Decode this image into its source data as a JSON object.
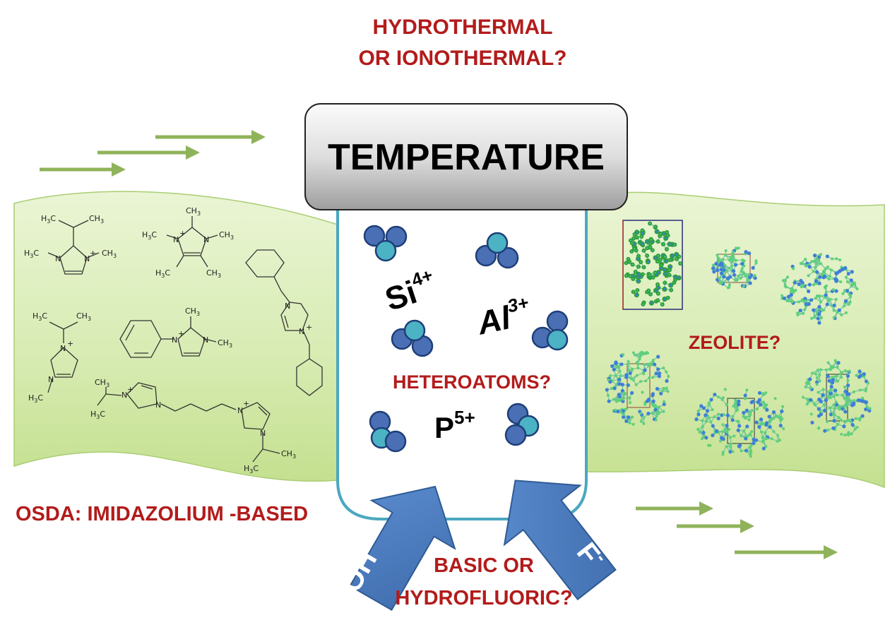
{
  "title_question": [
    "HYDROTHERMAL",
    "OR IONOTHERMAL?"
  ],
  "temperature_label": "TEMPERATURE",
  "ions": {
    "si": {
      "symbol": "Si",
      "charge": "4+"
    },
    "al": {
      "symbol": "Al",
      "charge": "3+"
    },
    "p": {
      "symbol": "P",
      "charge": "5+"
    }
  },
  "heteroatoms_label": "HETEROATOMS?",
  "zeolite_label": "ZEOLITE?",
  "osda_label": "OSDA: IMIDAZOLIUM -BASED",
  "medium_question": [
    "BASIC OR",
    "HYDROFLUORIC?"
  ],
  "hydroxide_label": "OH",
  "hydroxide_charge": "-",
  "fluoride_label": "F",
  "fluoride_charge": "-",
  "molecule_labels": {
    "methyl": "CH",
    "methyl_sub": "3",
    "h3c": "H",
    "h3c_sub": "3",
    "h3c_tail": "C",
    "nitrogen": "N",
    "plus": "+"
  },
  "colors": {
    "accent_red": "#b31b1b",
    "arrow_green": "#8fb35a",
    "band_green": "#d9edb5",
    "vessel_border": "#4aa8c0",
    "arrow_blue": "#4a7cbf",
    "atom_dark": "#4a6fb5",
    "atom_teal": "#4bb3c3"
  }
}
